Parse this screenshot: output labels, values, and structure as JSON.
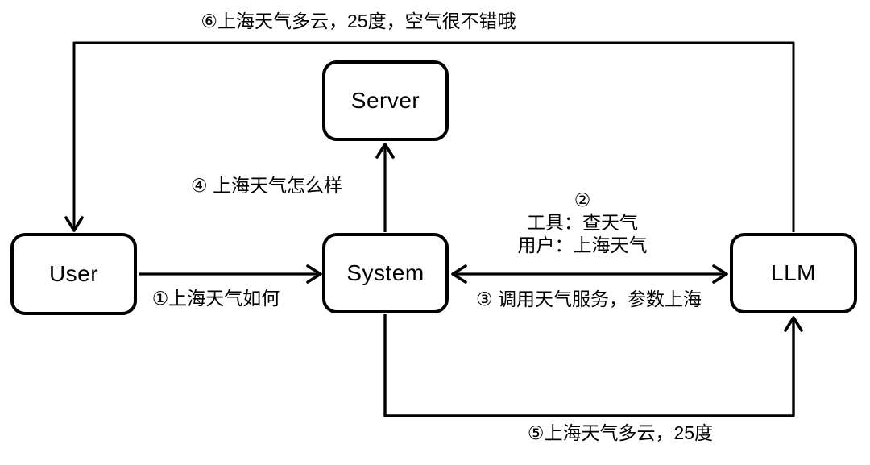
{
  "diagram": {
    "type": "sequence-flow-diagram",
    "colors": {
      "background": "#ffffff",
      "stroke": "#000000",
      "text": "#000000"
    },
    "nodes": [
      {
        "id": "user",
        "label": "User"
      },
      {
        "id": "server",
        "label": "Server"
      },
      {
        "id": "system",
        "label": "System"
      },
      {
        "id": "llm",
        "label": "LLM"
      }
    ],
    "edges": [
      {
        "id": "user-to-system",
        "from": "User",
        "to": "System",
        "arrows": "end",
        "label_ref": "step1"
      },
      {
        "id": "system-llm-horizontal",
        "from": "System",
        "to": "LLM",
        "arrows": "both",
        "label_ref": "step2,step3"
      },
      {
        "id": "system-to-server",
        "from": "System",
        "to": "Server",
        "arrows": "end",
        "label_ref": "step4"
      },
      {
        "id": "system-to-llm-bottom",
        "from": "System",
        "to": "LLM",
        "arrows": "end",
        "label_ref": "step5"
      },
      {
        "id": "llm-to-user-top",
        "from": "LLM",
        "to": "User",
        "arrows": "end",
        "label_ref": "step6"
      }
    ],
    "labels": {
      "step1": "①上海天气如何",
      "step2_line1": "②",
      "step2_line2": "工具：查天气",
      "step2_line3": "用户：上海天气",
      "step3": "③ 调用天气服务，参数上海",
      "step4": "④ 上海天气怎么样",
      "step5": "⑤上海天气多云，25度",
      "step6": "⑥上海天气多云，25度，空气很不错哦"
    }
  }
}
